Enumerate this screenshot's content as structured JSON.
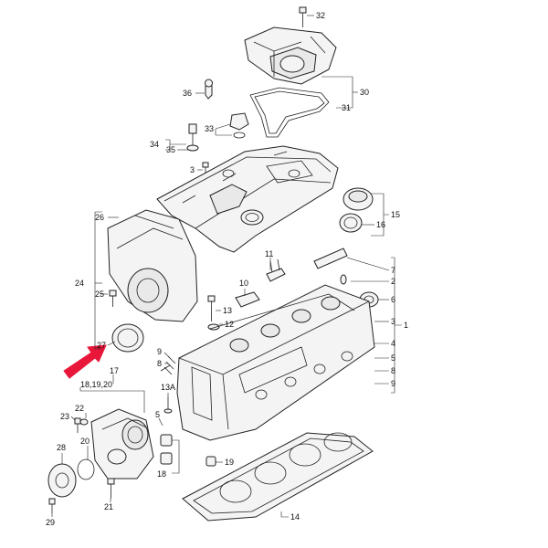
{
  "diagram": {
    "callouts": [
      {
        "id": "c32",
        "text": "32"
      },
      {
        "id": "c30",
        "text": "30"
      },
      {
        "id": "c31",
        "text": "31"
      },
      {
        "id": "c36",
        "text": "36"
      },
      {
        "id": "c33",
        "text": "33"
      },
      {
        "id": "c34",
        "text": "34"
      },
      {
        "id": "c35",
        "text": "35"
      },
      {
        "id": "c3a",
        "text": "3"
      },
      {
        "id": "c26",
        "text": "26"
      },
      {
        "id": "c15",
        "text": "15"
      },
      {
        "id": "c16",
        "text": "16"
      },
      {
        "id": "c11",
        "text": "11"
      },
      {
        "id": "c7",
        "text": "7"
      },
      {
        "id": "c2",
        "text": "2"
      },
      {
        "id": "c10",
        "text": "10"
      },
      {
        "id": "c24",
        "text": "24"
      },
      {
        "id": "c25",
        "text": "25"
      },
      {
        "id": "c6",
        "text": "6"
      },
      {
        "id": "c13",
        "text": "13"
      },
      {
        "id": "c12",
        "text": "12"
      },
      {
        "id": "c3b",
        "text": "3"
      },
      {
        "id": "c1",
        "text": "1"
      },
      {
        "id": "c27",
        "text": "27"
      },
      {
        "id": "c9a",
        "text": "9"
      },
      {
        "id": "c8a",
        "text": "8"
      },
      {
        "id": "c4",
        "text": "4"
      },
      {
        "id": "c5a",
        "text": "5"
      },
      {
        "id": "c8b",
        "text": "8"
      },
      {
        "id": "c9b",
        "text": "9"
      },
      {
        "id": "c17",
        "text": "17"
      },
      {
        "id": "c181920",
        "text": "18,19,20"
      },
      {
        "id": "c13a",
        "text": "13A"
      },
      {
        "id": "c22",
        "text": "22"
      },
      {
        "id": "c23",
        "text": "23"
      },
      {
        "id": "c5b",
        "text": "5"
      },
      {
        "id": "c28",
        "text": "28"
      },
      {
        "id": "c20",
        "text": "20"
      },
      {
        "id": "c18",
        "text": "18"
      },
      {
        "id": "c19",
        "text": "19"
      },
      {
        "id": "c21",
        "text": "21"
      },
      {
        "id": "c29",
        "text": "29"
      },
      {
        "id": "c14",
        "text": "14"
      }
    ],
    "arrow_color": "#e8173a"
  }
}
